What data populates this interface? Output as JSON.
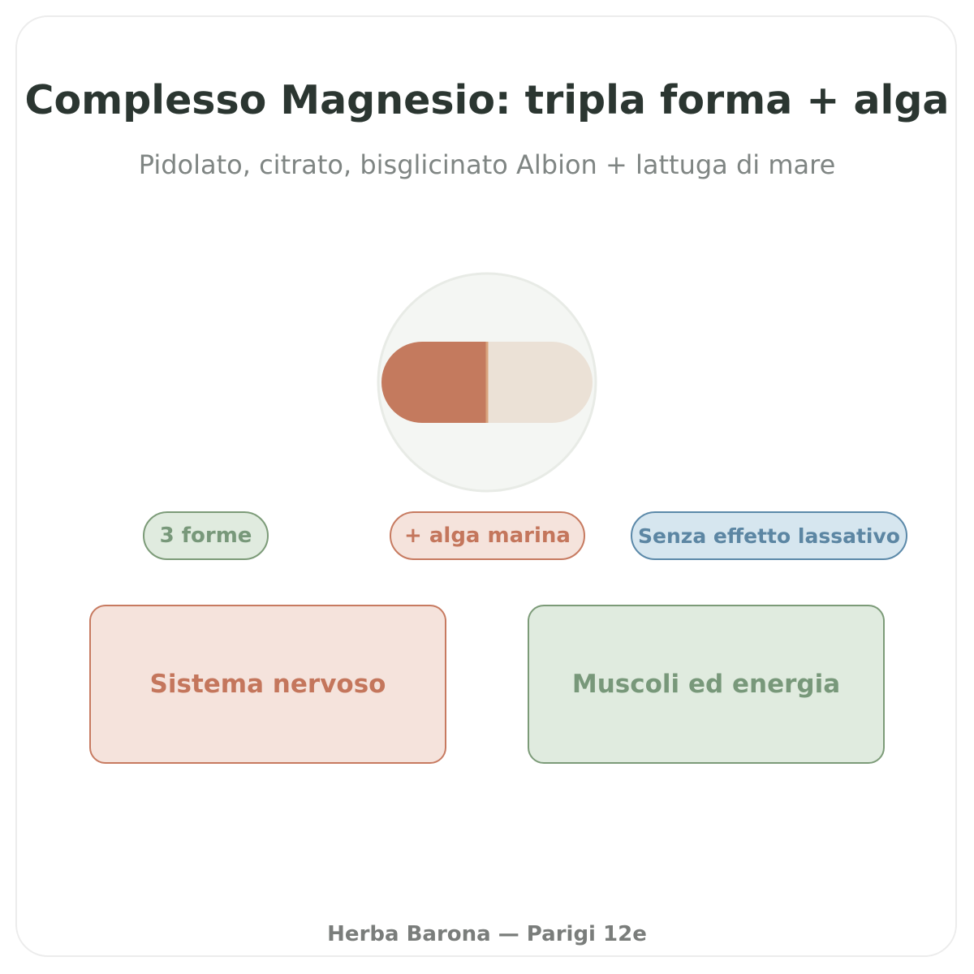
{
  "header": {
    "title": "Complesso Magnesio: tripla forma + alga",
    "subtitle": "Pidolato, citrato, bisglicinato Albion + lattuga di mare"
  },
  "illustration": {
    "icon": "capsule-icon",
    "colors": {
      "circle_fill": "#f4f6f3",
      "circle_stroke": "#e8ebe6",
      "capsule_left": "#c47a5e",
      "capsule_right": "#ebe1d6",
      "capsule_seam": "#d9a47e"
    }
  },
  "badges": [
    {
      "label": "3 forme"
    },
    {
      "label": "+ alga marina"
    },
    {
      "label": "Senza effetto lassativo"
    }
  ],
  "benefits": [
    {
      "label": "Sistema nervoso"
    },
    {
      "label": "Muscoli ed energia"
    }
  ],
  "footer": {
    "text": "Herba Barona — Parigi 12e"
  },
  "colors": {
    "title": "#2b3631",
    "subtitle": "#7f8583",
    "terracotta": "#c4765c",
    "sage": "#78987a",
    "blue": "#5c86a3"
  }
}
